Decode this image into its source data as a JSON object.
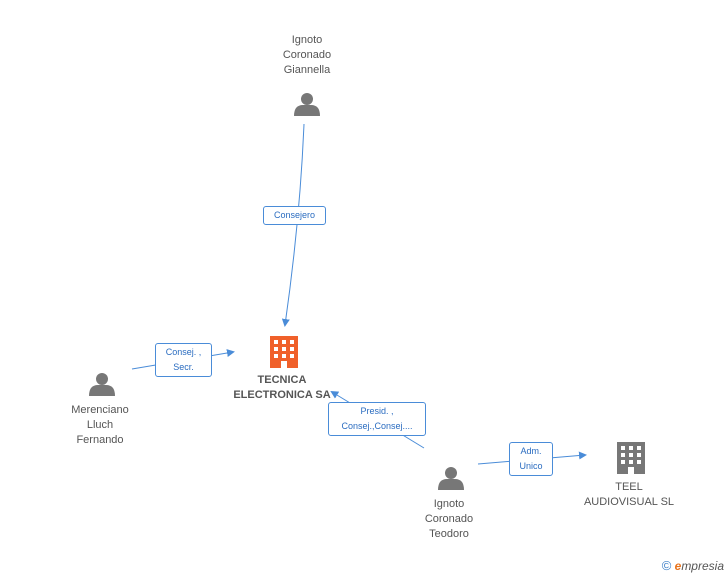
{
  "nodes": {
    "giannella": {
      "lines": [
        "Ignoto",
        "Coronado",
        "Giannella"
      ]
    },
    "merenciano": {
      "lines": [
        "Merenciano",
        "Lluch",
        "Fernando"
      ]
    },
    "teodoro": {
      "lines": [
        "Ignoto",
        "Coronado",
        "Teodoro"
      ]
    },
    "tecnica": {
      "lines": [
        "TECNICA",
        "ELECTRONICA SA"
      ]
    },
    "teel": {
      "lines": [
        "TEEL",
        "AUDIOVISUAL SL"
      ]
    }
  },
  "relations": {
    "consejero": {
      "lines": [
        "Consejero"
      ]
    },
    "consej_secr": {
      "lines": [
        "Consej. ,",
        "Secr."
      ]
    },
    "presid": {
      "lines": [
        "Presid. ,",
        "Consej.,Consej...."
      ]
    },
    "adm_unico": {
      "lines": [
        "Adm.",
        "Unico"
      ]
    }
  },
  "colors": {
    "edge": "#4a8cd8",
    "person": "#777777",
    "company_main": "#f0602a",
    "company_other": "#777777"
  },
  "icons": {
    "person": "person-icon",
    "company": "building-icon"
  },
  "brand": {
    "symbol": "©",
    "first": "e",
    "rest": "mpresia"
  }
}
